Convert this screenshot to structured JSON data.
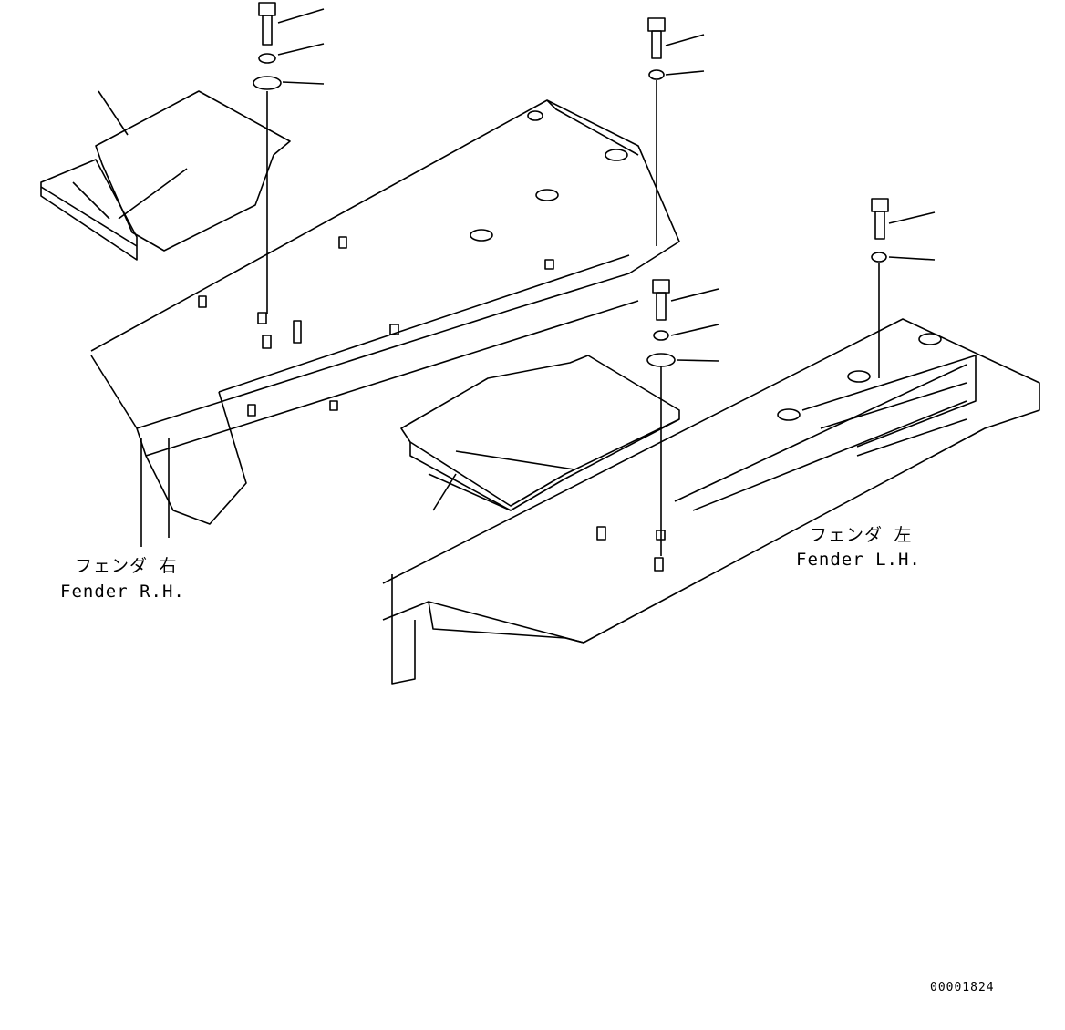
{
  "diagram": {
    "type": "exploded parts illustration",
    "labels": {
      "right": {
        "jp": "フェンダ 右",
        "en": "Fender R.H."
      },
      "left": {
        "jp": "フェンダ 左",
        "en": "Fender L.H."
      }
    },
    "drawing_code": "00001824",
    "parts": [
      {
        "name": "step-plate-right"
      },
      {
        "name": "step-plate-left"
      },
      {
        "name": "bolt"
      },
      {
        "name": "spring-washer"
      },
      {
        "name": "flat-washer"
      }
    ],
    "line_color": "#000000",
    "background_color": "#ffffff"
  }
}
